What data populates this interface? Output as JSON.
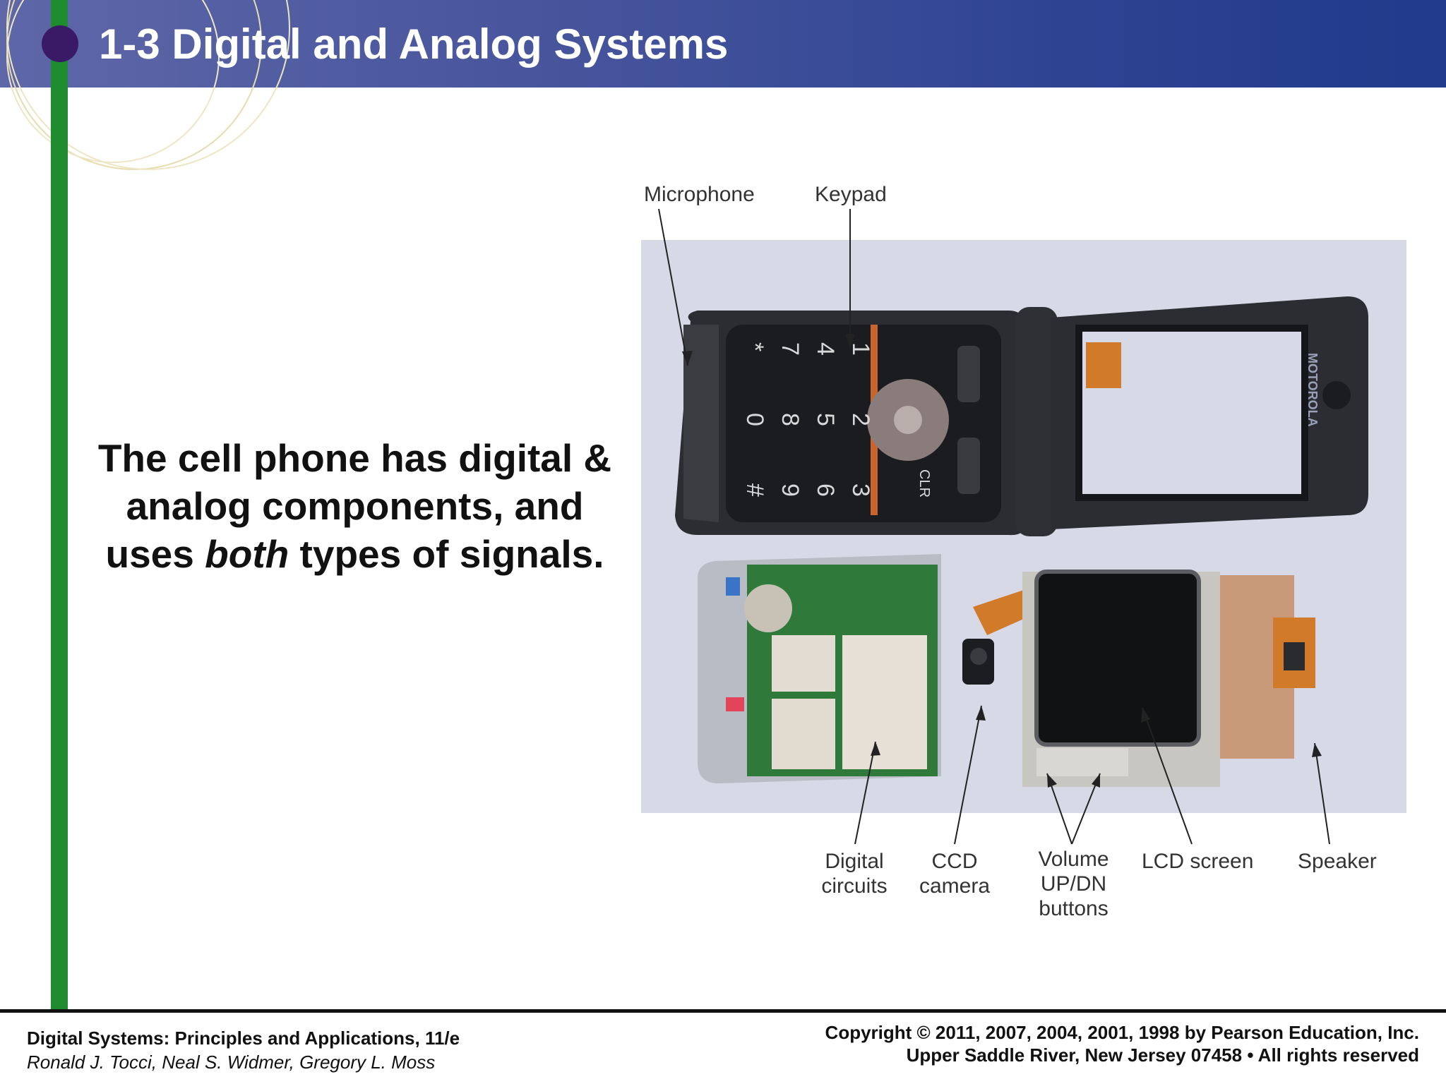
{
  "slide": {
    "title": "1-3 Digital and Analog Systems",
    "body_before": "The cell phone has digital & analog components, and uses ",
    "body_emphasis": "both",
    "body_after": " types of signals."
  },
  "figure": {
    "brand_mark": "MOTOROLA",
    "labels": {
      "microphone": "Microphone",
      "keypad": "Keypad",
      "digital_circuits_1": "Digital",
      "digital_circuits_2": "circuits",
      "ccd_camera_1": "CCD",
      "ccd_camera_2": "camera",
      "volume_1": "Volume",
      "volume_2": "UP/DN",
      "volume_3": "buttons",
      "lcd_screen": "LCD screen",
      "speaker": "Speaker"
    },
    "keypad_keys": [
      "1",
      "2",
      "3",
      "4",
      "5",
      "6",
      "7",
      "8",
      "9",
      "*",
      "0",
      "#",
      "CLR"
    ]
  },
  "footer": {
    "book_title": "Digital Systems: Principles and Applications, 11/e",
    "authors": "Ronald J. Tocci, Neal S. Widmer, Gregory L. Moss",
    "copyright": "Copyright © 2011, 2007, 2004, 2001, 1998  by Pearson Education, Inc.",
    "publisher": "Upper Saddle River, New Jersey 07458 • All rights reserved"
  }
}
